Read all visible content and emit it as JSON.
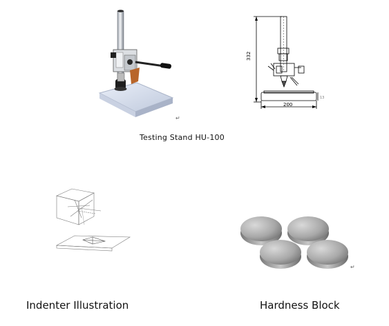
{
  "top": {
    "stand_photo": {
      "icon": "testing-stand-photo"
    },
    "stand_drawing": {
      "icon": "testing-stand-drawing",
      "height_label": "332",
      "width_label": "200",
      "side_label": "13"
    },
    "caption": "Testing Stand  HU-100",
    "para_mark": "↵"
  },
  "bottom": {
    "indenter": {
      "icon": "indenter-illustration",
      "caption": "Indenter Illustration"
    },
    "blocks": {
      "icon": "hardness-block-photo",
      "caption": "Hardness Block",
      "para_mark": "↵"
    }
  }
}
